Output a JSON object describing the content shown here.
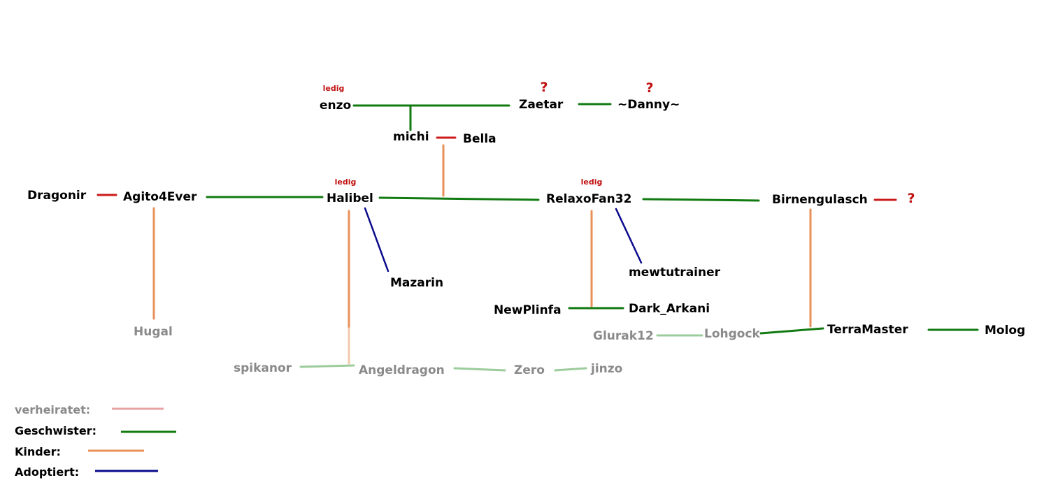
{
  "colors": {
    "married": "#e8a4a4",
    "siblings": "#117a11",
    "children": "#e8905a",
    "adopted": "#0a0a8c",
    "partner_red": "#cc1a1a",
    "text": "#000000",
    "text_faded": "#8a8a8a",
    "status": "#c01010",
    "faded_sibling": "#9ccc9c",
    "faded_child": "#f3c9ae"
  },
  "people": {
    "enzo": "enzo",
    "zaetar": "Zaetar",
    "danny": "~Danny~",
    "michi": "michi",
    "bella": "Bella",
    "dragonir": "Dragonir",
    "agito4ever": "Agito4Ever",
    "halibel": "Halibel",
    "relaxofan32": "RelaxoFan32",
    "birnengulasch": "Birnengulasch",
    "mazarin": "Mazarin",
    "mewtutrainer": "mewtutrainer",
    "newplinfa": "NewPlinfa",
    "dark_arkani": "Dark_Arkani",
    "hugal": "Hugal",
    "glurak12": "Glurak12",
    "lohgock": "Lohgock",
    "terramaster": "TerraMaster",
    "molog": "Molog",
    "spikanor": "spikanor",
    "angeldragon": "Angeldragon",
    "zero": "Zero",
    "jinzo": "jinzo"
  },
  "status_labels": {
    "enzo": "ledig",
    "halibel": "ledig",
    "relaxofan32": "ledig"
  },
  "unknown_marks": {
    "zaetar": "?",
    "danny": "?",
    "birnengulasch": "?"
  },
  "legend": {
    "married": "verheiratet:",
    "siblings": "Geschwister:",
    "children": "Kinder:",
    "adopted": "Adoptiert:"
  }
}
